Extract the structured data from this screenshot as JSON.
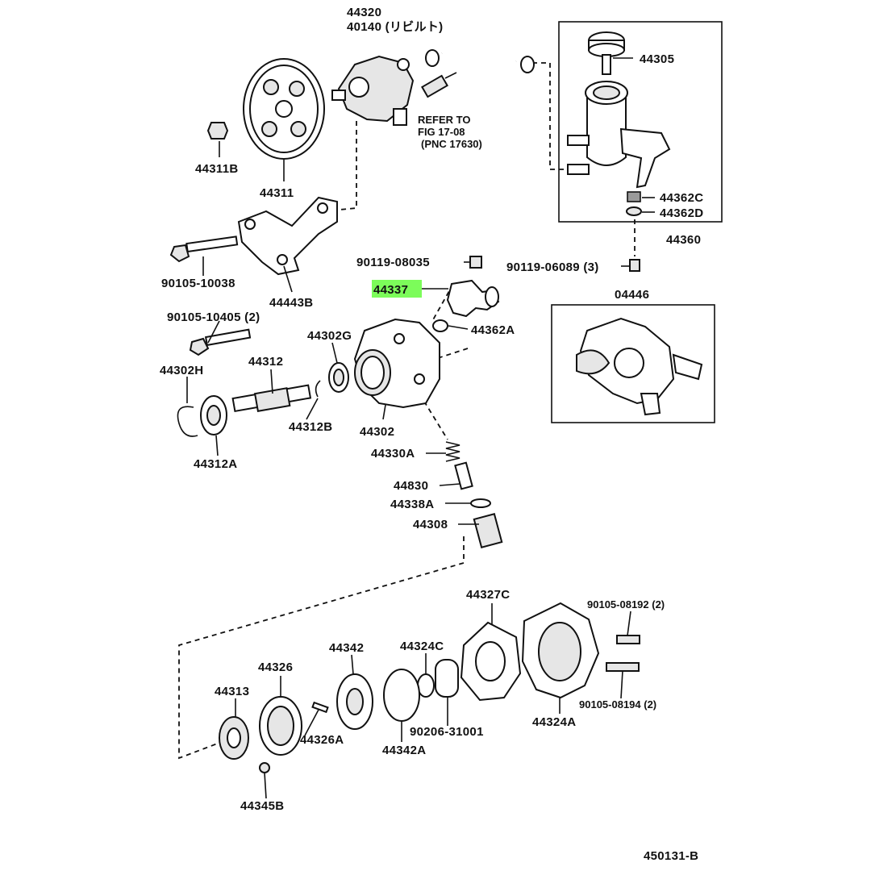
{
  "diagram": {
    "highlight_color": "#7CFC5A",
    "highlighted_part": "44337",
    "page_code": "450131-B",
    "refer_note": {
      "line1": "REFER TO",
      "line2": "FIG 17-08",
      "line3": "(PNC 17630)"
    },
    "labels": {
      "p44320": "44320",
      "p40140": "40140 (リビルト)",
      "p44305": "44305",
      "p44311b": "44311B",
      "p44311": "44311",
      "p44362c": "44362C",
      "p44362d": "44362D",
      "p44360": "44360",
      "p90105_10038": "90105-10038",
      "p44443b": "44443B",
      "p90119_08035": "90119-08035",
      "p90119_06089": "90119-06089 (3)",
      "p44337": "44337",
      "p04446": "04446",
      "p90105_10405": "90105-10405 (2)",
      "p44302g": "44302G",
      "p44362a": "44362A",
      "p44302h": "44302H",
      "p44312": "44312",
      "p44312b": "44312B",
      "p44302": "44302",
      "p44312a": "44312A",
      "p44330a": "44330A",
      "p44830": "44830",
      "p44338a": "44338A",
      "p44308": "44308",
      "p44327c": "44327C",
      "p90105_08192": "90105-08192 (2)",
      "p44342": "44342",
      "p44324c": "44324C",
      "p44326": "44326",
      "p44313": "44313",
      "p44326a": "44326A",
      "p90206_31001": "90206-31001",
      "p44342a": "44342A",
      "p44324a": "44324A",
      "p90105_08194": "90105-08194 (2)",
      "p44345b": "44345B"
    }
  }
}
